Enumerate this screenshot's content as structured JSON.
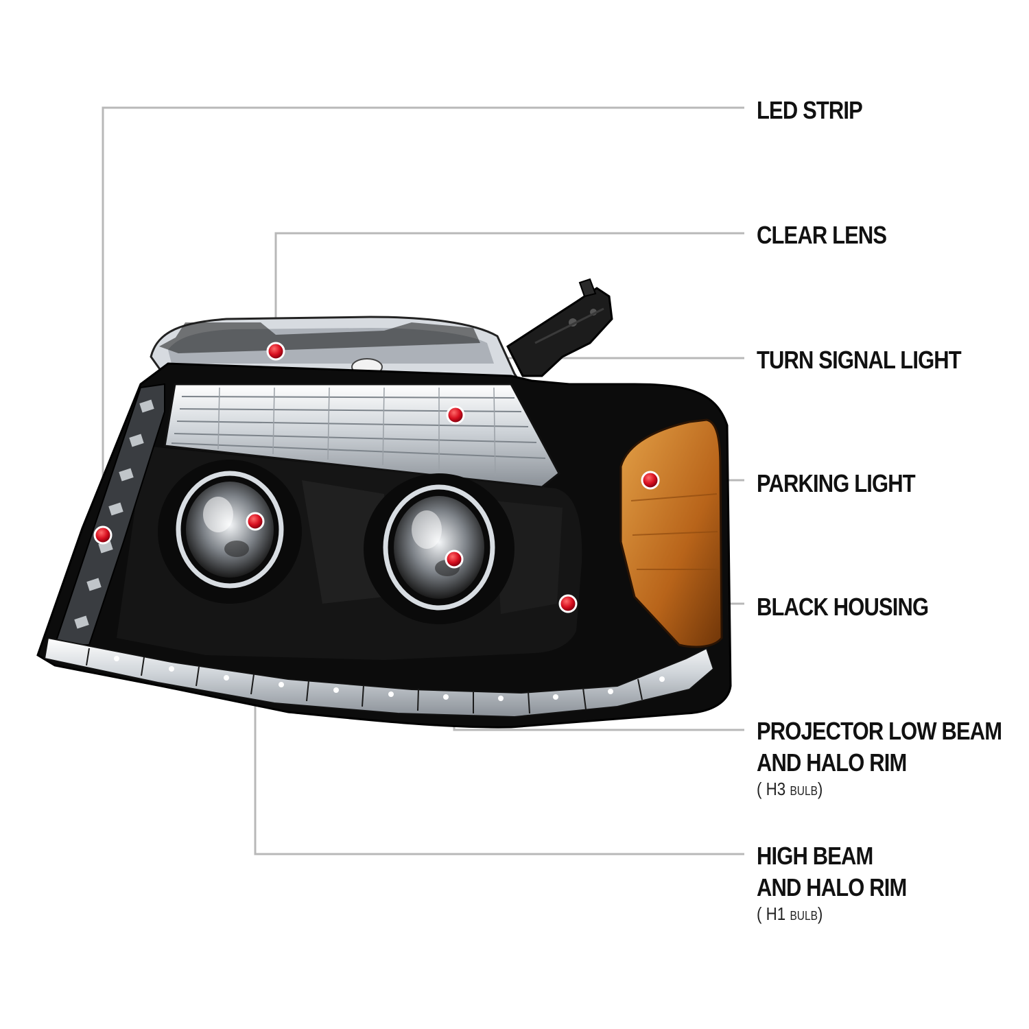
{
  "labels": {
    "led_strip": "LED STRIP",
    "clear_lens": "CLEAR LENS",
    "turn_signal": "TURN SIGNAL LIGHT",
    "parking_light": "PARKING LIGHT",
    "black_housing": "BLACK HOUSING",
    "projector_line1": "PROJECTOR LOW BEAM",
    "projector_line2": "AND HALO RIM",
    "projector_bulb_open": "( H3",
    "projector_bulb_word": "BULB",
    "projector_bulb_close": ")",
    "high_beam_line1": "HIGH BEAM",
    "high_beam_line2": "AND HALO RIM",
    "high_beam_bulb_open": "( H1",
    "high_beam_bulb_word": "BULB",
    "high_beam_bulb_close": ")"
  },
  "colors": {
    "marker": "#d81020",
    "leader_line": "#b8b8b8",
    "housing": "#0c0c0c",
    "amber": "#c8781c",
    "chrome": "#e4e8ec"
  }
}
